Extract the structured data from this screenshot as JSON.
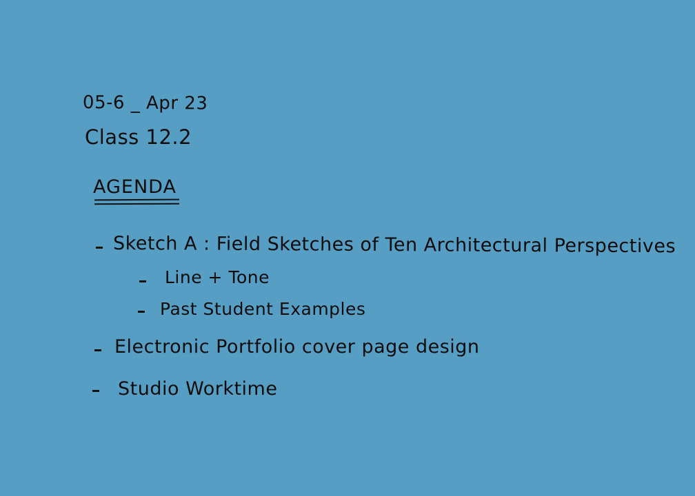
{
  "canvas": {
    "background_color": "#579ec4",
    "ink_color": "#0d0d0d"
  },
  "header": {
    "date": "05-6 _ Apr 23",
    "class_label": "Class 12.2"
  },
  "agenda": {
    "heading": "AGENDA",
    "bullet": "-",
    "items": [
      {
        "text": "Sketch A : Field Sketches of Ten Architectural Perspectives"
      },
      {
        "text": "Line + Tone"
      },
      {
        "text": "Past Student Examples"
      },
      {
        "text": "Electronic Portfolio cover page design"
      },
      {
        "text": "Studio Worktime"
      }
    ]
  }
}
